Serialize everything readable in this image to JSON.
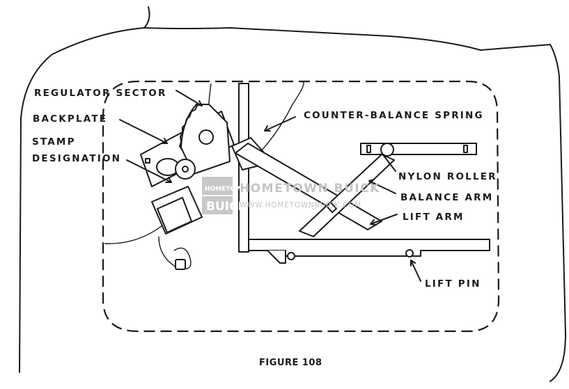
{
  "diagram": {
    "labels": {
      "regulator_sector": "REGULATOR SECTOR",
      "backplate": "BACKPLATE",
      "stamp": "STAMP",
      "designation": "DESIGNATION",
      "counter_balance_spring": "COUNTER-BALANCE  SPRING",
      "nylon_roller": "NYLON ROLLER",
      "balance_arm": "BALANCE ARM",
      "lift_arm": "LIFT ARM",
      "lift_pin": "LIFT PIN"
    },
    "caption": "FIGURE 108"
  },
  "watermark": {
    "logo_top": "HOMETOWN",
    "logo_bottom": "BUICK",
    "name": "HOMETOWN BUICK",
    "url": "WWW.HOMETOWNBUICK.COM"
  }
}
